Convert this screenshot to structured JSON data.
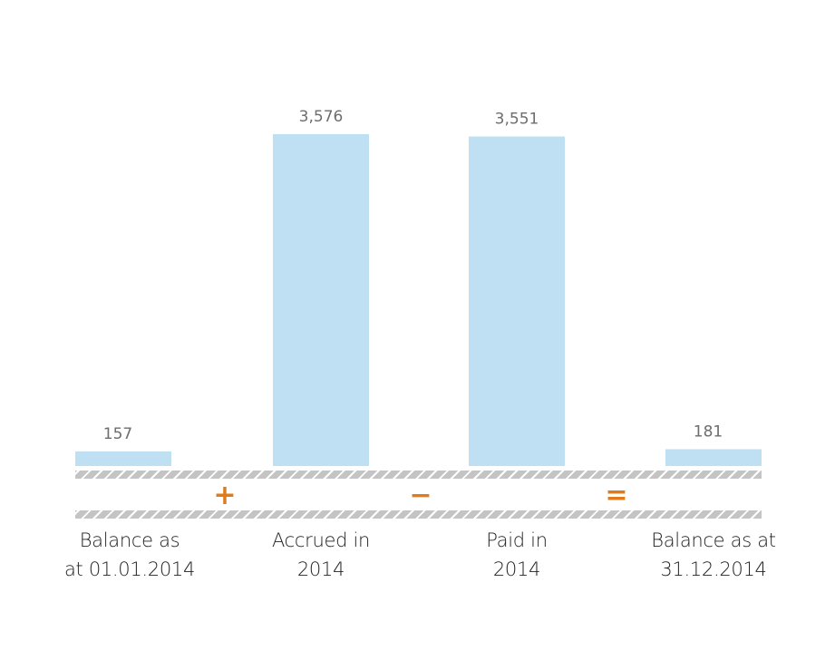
{
  "chart_data": {
    "type": "bar",
    "title": "",
    "categories": [
      "Balance as at 01.01.2014",
      "Accrued in 2014",
      "Paid in 2014",
      "Balance as at 31.12.2014"
    ],
    "label_lines": [
      [
        "Balance as",
        "at 01.01.2014"
      ],
      [
        "Accrued in",
        "2014"
      ],
      [
        "Paid in",
        "2014"
      ],
      [
        "Balance as at",
        "31.12.2014"
      ]
    ],
    "values": [
      157,
      3576,
      3551,
      181
    ],
    "value_labels": [
      "157",
      "3,576",
      "3,551",
      "181"
    ],
    "operators": [
      "+",
      "−",
      "="
    ],
    "ylim": [
      0,
      3576
    ],
    "grid": false,
    "colors": {
      "bar": "#bfdff3",
      "value_text": "#6d6d6d",
      "operator": "#e07b1a",
      "strip": "#c4c4c4"
    }
  }
}
